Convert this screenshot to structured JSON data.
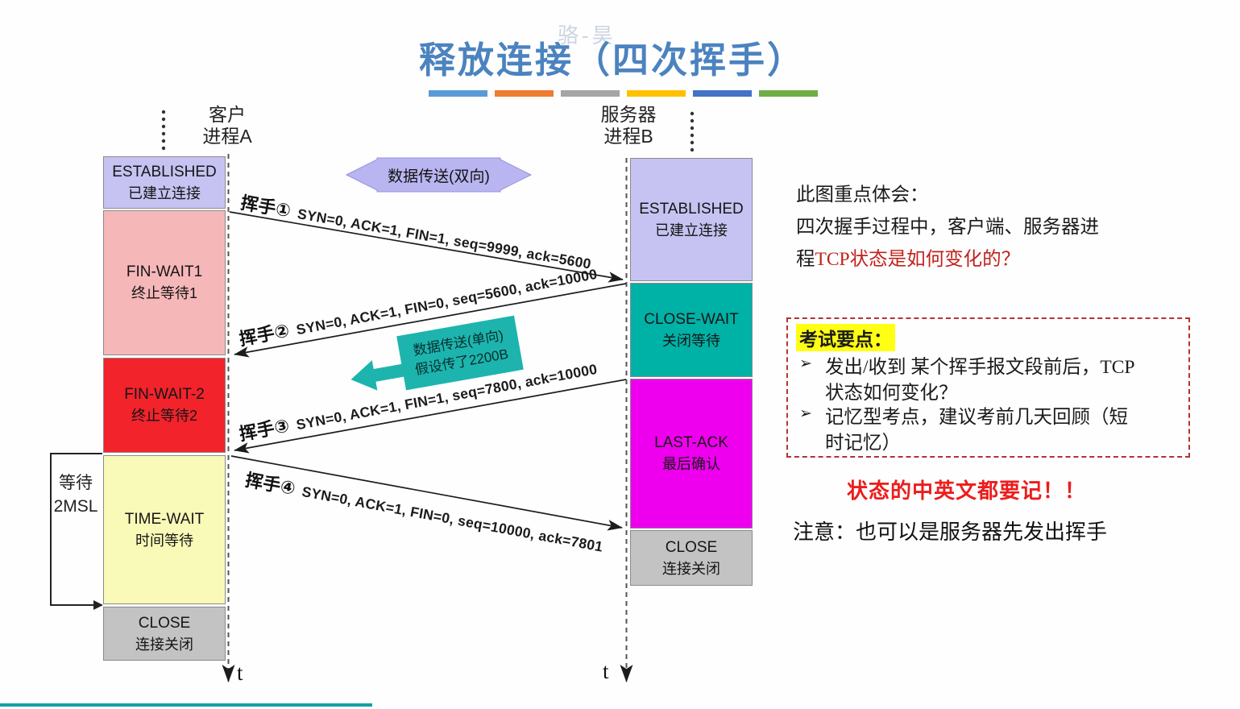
{
  "watermark": "骆-昊",
  "title": "释放连接（四次挥手）",
  "divider_colors": [
    "#5B9BD5",
    "#ED7D31",
    "#A5A5A5",
    "#FFC000",
    "#4472C4",
    "#70AD47"
  ],
  "colors": {
    "established": "#c6c3f2",
    "fin_wait1": "#f6b7b9",
    "fin_wait2": "#f2232b",
    "time_wait": "#f9f9b8",
    "close": "#c3c3c3",
    "close_wait": "#00b1a6",
    "last_ack": "#ee00ee",
    "title_blue": "#4b83bf",
    "accent_red": "#c0231c",
    "highlight_yellow": "#ffff14",
    "teal_arrow": "#1db4ae"
  },
  "client": {
    "header": [
      "客户",
      "进程A"
    ],
    "axis": "t",
    "states": [
      {
        "en": "ESTABLISHED",
        "zh": "已建立连接"
      },
      {
        "en": "FIN-WAIT1",
        "zh": "终止等待1"
      },
      {
        "en": "FIN-WAIT-2",
        "zh": "终止等待2"
      },
      {
        "en": "TIME-WAIT",
        "zh": "时间等待"
      },
      {
        "en": "CLOSE",
        "zh": "连接关闭"
      }
    ]
  },
  "server": {
    "header": [
      "服务器",
      "进程B"
    ],
    "axis": "t",
    "states": [
      {
        "en": "ESTABLISHED",
        "zh": "已建立连接"
      },
      {
        "en": "CLOSE-WAIT",
        "zh": "关闭等待"
      },
      {
        "en": "LAST-ACK",
        "zh": "最后确认"
      },
      {
        "en": "CLOSE",
        "zh": "连接关闭"
      }
    ]
  },
  "wait2msl": [
    "等待",
    "2MSL"
  ],
  "transfer": {
    "bidirectional": "数据传送(双向)",
    "unidirectional_line1": "数据传送(单向)",
    "unidirectional_line2": "假设传了2200B"
  },
  "messages": [
    {
      "label": "挥手①",
      "text": "SYN=0, ACK=1, FIN=1, seq=9999, ack=5600"
    },
    {
      "label": "挥手②",
      "text": "SYN=0, ACK=1, FIN=0, seq=5600, ack=10000"
    },
    {
      "label": "挥手③",
      "text": "SYN=0, ACK=1, FIN=1, seq=7800, ack=10000"
    },
    {
      "label": "挥手④",
      "text": "SYN=0, ACK=1, FIN=0, seq=10000, ack=7801"
    }
  ],
  "panel": {
    "focus_line1": "此图重点体会：",
    "focus_line2": "四次握手过程中，客户端、服务器进",
    "focus_line3_black": "程",
    "focus_line3_red": "TCP状态是如何变化的？",
    "exam_title": "考试要点：",
    "bullet_glyph": "➢",
    "exam_b1_l1": "发出/收到 某个挥手报文段前后，TCP",
    "exam_b1_l2": "状态如何变化？",
    "exam_b2_l1": "记忆型考点，建议考前几天回顾（短",
    "exam_b2_l2": "时记忆）",
    "warning": "状态的中英文都要记！！",
    "note": "注意：也可以是服务器先发出挥手"
  }
}
